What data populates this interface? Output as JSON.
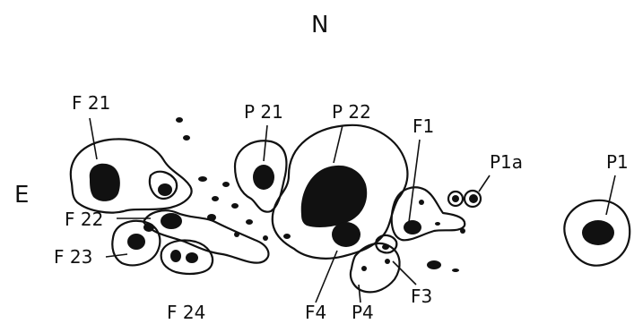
{
  "directions": {
    "north": "N",
    "east": "E"
  },
  "spot_labels": {
    "f21": "F 21",
    "f22": "F 22",
    "f23": "F 23",
    "f24": "F 24",
    "p21": "P 21",
    "p22": "P 22",
    "f1": "F1",
    "p1a": "P1a",
    "p1": "P1",
    "f4": "F4",
    "p4": "P4",
    "f3": "F3"
  },
  "colors": {
    "ink": "#111111",
    "background": "#ffffff"
  }
}
